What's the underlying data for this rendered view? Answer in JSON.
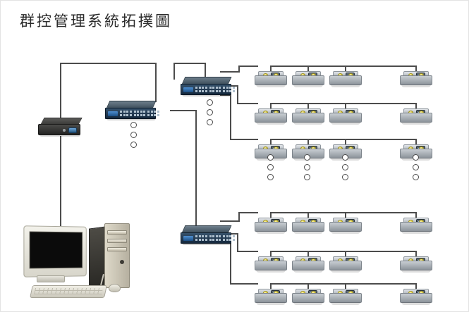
{
  "page": {
    "title": "群控管理系統拓撲圖",
    "background_color": "#ffffff",
    "line_color": "#4c4c4c"
  },
  "nodes": {
    "router": {
      "name": "router-appliance",
      "label": ""
    },
    "workstation": {
      "name": "management-pc",
      "label": ""
    },
    "switch_main": {
      "name": "core-switch",
      "label": ""
    },
    "switch_top": {
      "name": "access-switch-top",
      "label": ""
    },
    "switch_bottom": {
      "name": "access-switch-bottom",
      "label": ""
    }
  },
  "ellipsis": {
    "glyph": "○",
    "count": 3,
    "groups": [
      {
        "id": "under-core-switch"
      },
      {
        "id": "under-access-switch-top"
      },
      {
        "id": "terminal-column-1"
      },
      {
        "id": "terminal-column-2"
      },
      {
        "id": "terminal-column-3"
      },
      {
        "id": "terminal-column-4"
      }
    ]
  },
  "clusters": [
    {
      "id": "cluster-top",
      "switch": "access-switch-top",
      "rows": [
        {
          "id": "top-row-1",
          "terminals": 4
        },
        {
          "id": "top-row-2",
          "terminals": 4
        },
        {
          "id": "top-row-3",
          "terminals": 4
        }
      ]
    },
    {
      "id": "cluster-bottom",
      "switch": "access-switch-bottom",
      "rows": [
        {
          "id": "bottom-row-1",
          "terminals": 4
        },
        {
          "id": "bottom-row-2",
          "terminals": 4
        },
        {
          "id": "bottom-row-3",
          "terminals": 4
        }
      ]
    }
  ],
  "colors": {
    "switch_face": "#14283d",
    "switch_badge": "#1b4f85",
    "router_body": "#232322",
    "terminal_body": "#8d949b",
    "terminal_knob": "#ddc832",
    "title_text": "#2b2b2b"
  }
}
